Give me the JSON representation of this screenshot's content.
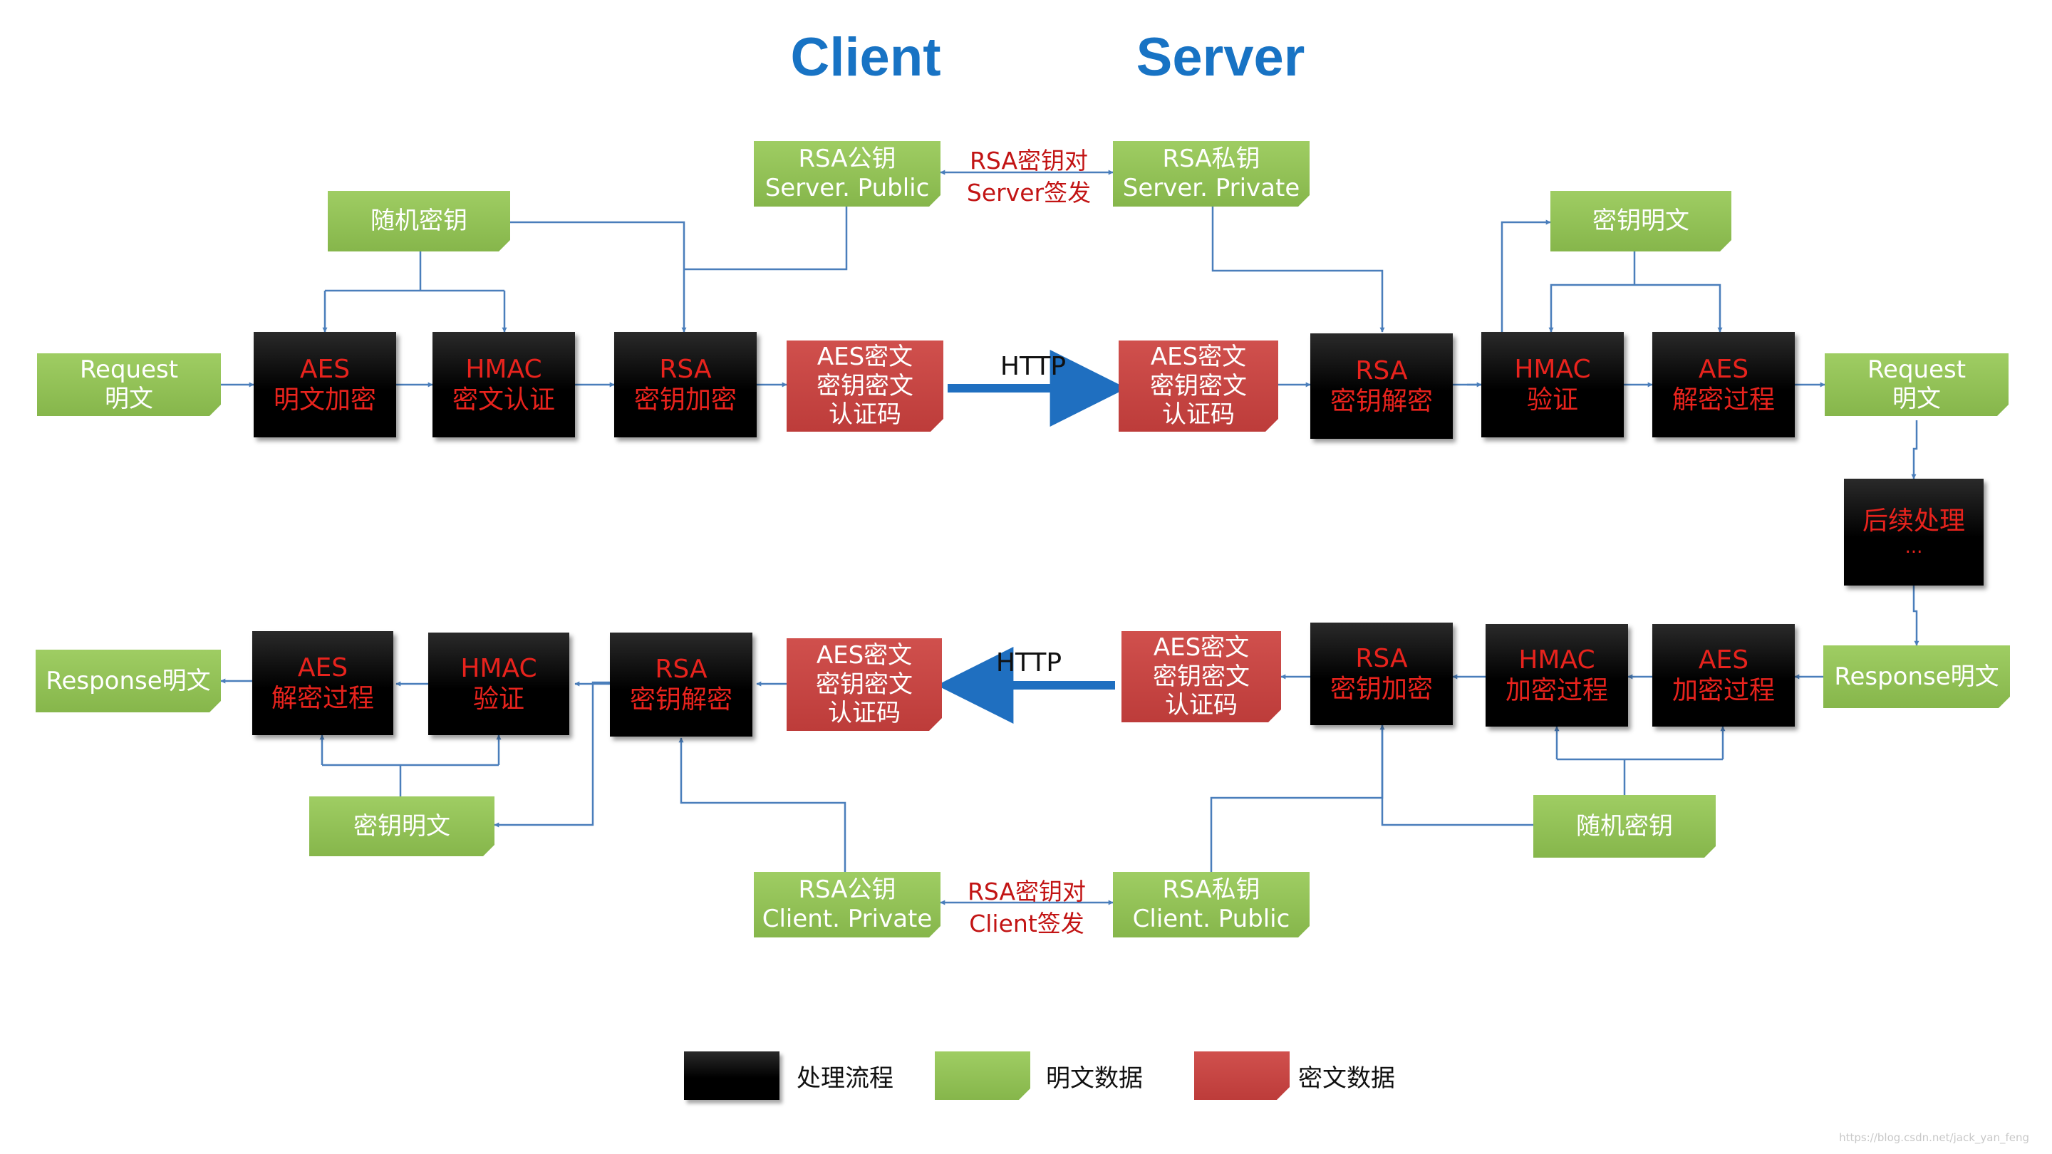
{
  "headings": {
    "client": "Client",
    "server": "Server"
  },
  "colors": {
    "heading": "#1873c4",
    "arrow": "#4a7ebb",
    "http_arrow": "#1f6fc0",
    "plain": "#92c157",
    "cipher": "#c94846",
    "process": "#000000",
    "process_text": "#e8231d",
    "annotation": "#c21414"
  },
  "request_flow": {
    "request_plain": [
      "Request",
      "明文"
    ],
    "random_key": [
      "随机密钥"
    ],
    "aes_encrypt": [
      "AES",
      "明文加密"
    ],
    "hmac_auth": [
      "HMAC",
      "密文认证"
    ],
    "rsa_encrypt": [
      "RSA",
      "密钥加密"
    ],
    "client_cipher": [
      "AES密文",
      "密钥密文",
      "认证码"
    ],
    "http": "HTTP",
    "server_cipher": [
      "AES密文",
      "密钥密文",
      "认证码"
    ],
    "rsa_decrypt": [
      "RSA",
      "密钥解密"
    ],
    "key_plain": [
      "密钥明文"
    ],
    "hmac_verify": [
      "HMAC",
      "验证"
    ],
    "aes_decrypt": [
      "AES",
      "解密过程"
    ],
    "request_plain_out": [
      "Request",
      "明文"
    ]
  },
  "server_keys_top": {
    "public": [
      "RSA公钥",
      "Server. Public"
    ],
    "private": [
      "RSA私钥",
      "Server. Private"
    ],
    "label": [
      "RSA密钥对",
      "Server签发"
    ]
  },
  "post_process": [
    "后续处理",
    "..."
  ],
  "response_flow": {
    "response_plain_in": [
      "Response明文"
    ],
    "aes_encrypt": [
      "AES",
      "加密过程"
    ],
    "hmac_encrypt": [
      "HMAC",
      "加密过程"
    ],
    "rsa_encrypt": [
      "RSA",
      "密钥加密"
    ],
    "server_cipher": [
      "AES密文",
      "密钥密文",
      "认证码"
    ],
    "random_key": [
      "随机密钥"
    ],
    "http": "HTTP",
    "client_cipher": [
      "AES密文",
      "密钥密文",
      "认证码"
    ],
    "rsa_decrypt": [
      "RSA",
      "密钥解密"
    ],
    "key_plain": [
      "密钥明文"
    ],
    "hmac_verify": [
      "HMAC",
      "验证"
    ],
    "aes_decrypt": [
      "AES",
      "解密过程"
    ],
    "response_plain_out": [
      "Response明文"
    ]
  },
  "client_keys_bottom": {
    "public": [
      "RSA公钥",
      "Client. Private"
    ],
    "private": [
      "RSA私钥",
      "Client. Public"
    ],
    "label": [
      "RSA密钥对",
      "Client签发"
    ]
  },
  "legend": [
    {
      "label": "处理流程",
      "kind": "process"
    },
    {
      "label": "明文数据",
      "kind": "plain"
    },
    {
      "label": "密文数据",
      "kind": "cipher"
    }
  ],
  "watermark": "https://blog.csdn.net/jack_yan_feng"
}
